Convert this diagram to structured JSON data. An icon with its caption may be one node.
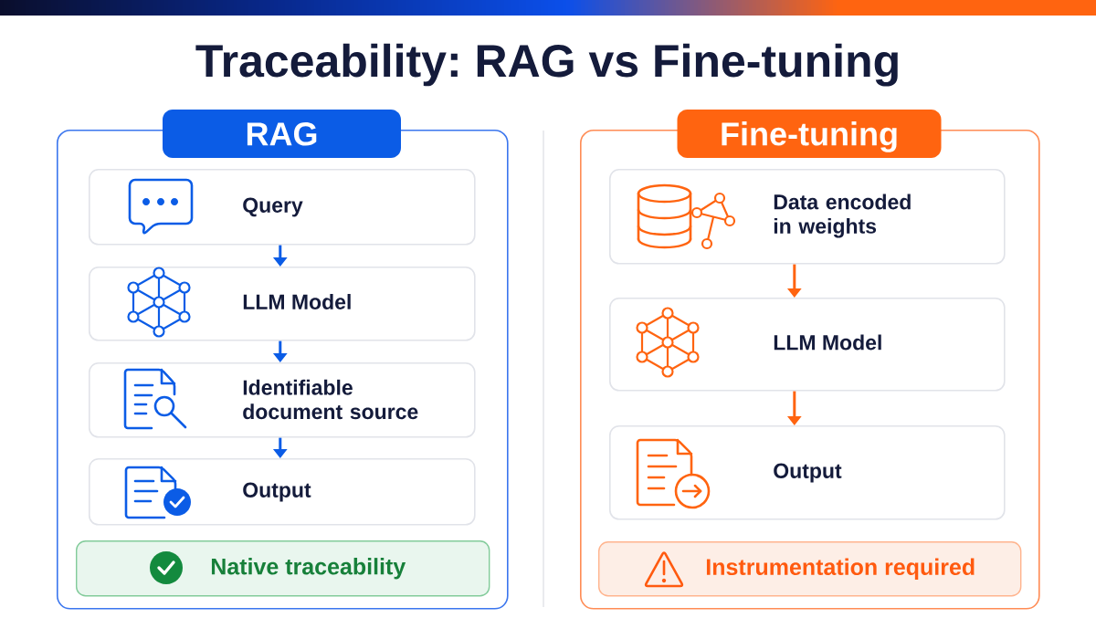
{
  "diagram": {
    "title": "Traceability: RAG vs Fine-tuning",
    "nodes": [
      {
        "text": [
          "RAG"
        ]
      },
      {
        "text": [
          "Query"
        ],
        "in": 0
      },
      {
        "text": [
          "LLM Model"
        ],
        "in": 0
      },
      {
        "text": [
          "Identifiable document source"
        ],
        "in": 0
      },
      {
        "text": [
          "Output"
        ],
        "in": 0
      },
      {
        "text": [
          "Native traceability"
        ],
        "in": 0
      },
      {
        "text": [
          "Fine-tuning"
        ]
      },
      {
        "text": [
          "Data encoded in weights"
        ],
        "in": 6
      },
      {
        "text": [
          "LLM Model"
        ],
        "in": 6
      },
      {
        "text": [
          "Output"
        ],
        "in": 6
      },
      {
        "text": [
          "Instrumentation required"
        ],
        "in": 6
      }
    ],
    "edges": [
      {
        "from": 1,
        "to": 2,
        "arrow": "to"
      },
      {
        "from": 2,
        "to": 3,
        "arrow": "to"
      },
      {
        "from": 3,
        "to": 4,
        "arrow": "to"
      },
      {
        "from": 7,
        "to": 8,
        "arrow": "to",
        "color": "#ff6410"
      },
      {
        "from": 8,
        "to": 9,
        "arrow": "to",
        "color": "#ff6410"
      }
    ]
  }
}
